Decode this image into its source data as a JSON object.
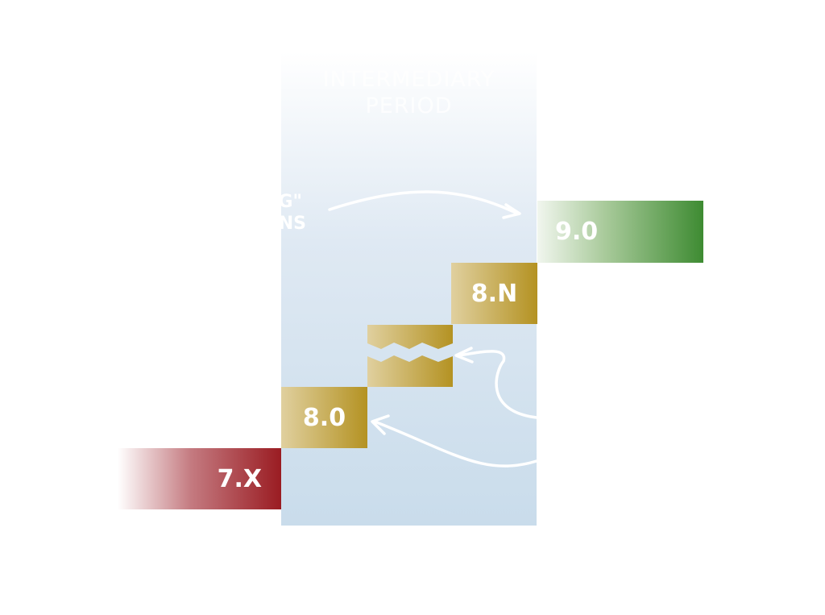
{
  "period": {
    "title_line1": "INTERMEDIARY",
    "title_line2": "PERIOD"
  },
  "annotation": {
    "line1": "NG\"",
    "line2": "ONS"
  },
  "versions": {
    "v7": "7.X",
    "v80": "8.0",
    "v8n": "8.N",
    "v9": "9.0"
  },
  "colors": {
    "legacy": "#9a1c22",
    "intermediate": "#b49222",
    "target": "#3e8b32",
    "period_background": "#c9dceb"
  }
}
